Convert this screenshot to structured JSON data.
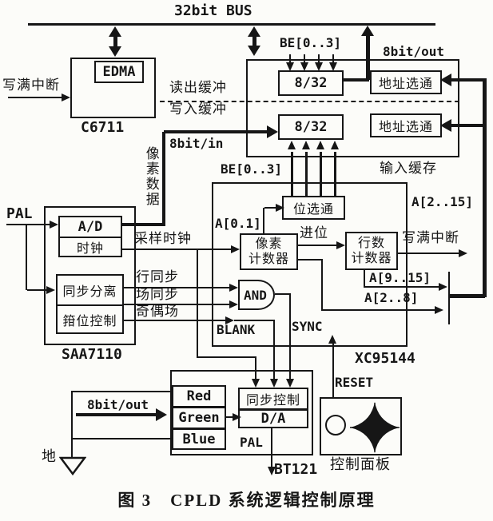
{
  "caption": "图 3　CPLD 系统逻辑控制原理",
  "bus": {
    "label": "32bit BUS"
  },
  "c6711": {
    "chip": "C6711",
    "edma": "EDMA",
    "write_full": "写满中断"
  },
  "io_buffer": {
    "read_buffer": "读出缓冲",
    "write_buffer": "写入缓冲",
    "be_top": "BE[0..3]",
    "be_mid": "BE[0..3]",
    "conv_top": "8/32",
    "conv_bottom": "8/32",
    "addr_strobe_top": "地址选通",
    "addr_strobe_bottom": "地址选通",
    "out8": "8bit/out",
    "in8": "8bit/in",
    "name": "输入缓存"
  },
  "cpld": {
    "chip": "XC95144",
    "bit_strobe": "位选通",
    "pixel_counter": [
      "像素",
      "计数器"
    ],
    "line_counter": [
      "行数",
      "计数器"
    ],
    "and_gate": "AND",
    "a01": "A[0.1]",
    "carry": "进位",
    "a2_15": "A[2..15]",
    "a9_15": "A[9..15]",
    "a2_8": "A[2..8]",
    "write_full": "写满中断",
    "blank": "BLANK",
    "sync": "SYNC"
  },
  "saa7110": {
    "chip": "SAA7110",
    "pal_in": "PAL",
    "ad": "A/D",
    "clock": "时钟",
    "sync_separation": "同步分离",
    "clamp_control": "箝位控制",
    "pixel_data": "像素数据",
    "sample_clock": "采样时钟",
    "hsync": "行同步",
    "vsync": "场同步",
    "odd_even_field": "奇偶场"
  },
  "bt121": {
    "chip": "BT121",
    "red": "Red",
    "green": "Green",
    "blue": "Blue",
    "sync_control": "同步控制",
    "da": "D/A",
    "pal_out": "PAL",
    "out8": "8bit/out"
  },
  "control_panel": {
    "reset": "RESET",
    "name": "控制面板"
  },
  "ground": {
    "label": "地"
  }
}
